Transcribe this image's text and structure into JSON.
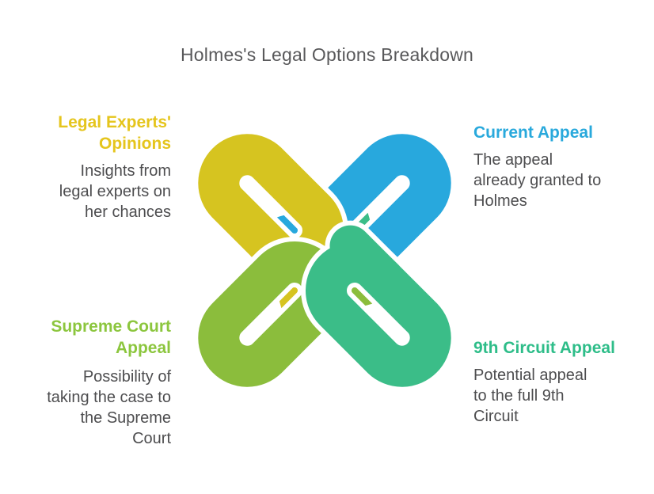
{
  "title": "Holmes's Legal Options Breakdown",
  "colors": {
    "title_text": "#59595b",
    "body_text": "#4d4d4f",
    "background": "#ffffff"
  },
  "blocks": {
    "top_left": {
      "heading_lines": [
        "Legal Experts'",
        "Opinions"
      ],
      "body_lines": [
        "Insights from",
        "legal experts on",
        "her chances"
      ],
      "color": "#e5c51d"
    },
    "top_right": {
      "heading_lines": [
        "Current Appeal"
      ],
      "body_lines": [
        "The appeal",
        "already granted to",
        "Holmes"
      ],
      "color": "#29a9dc"
    },
    "bottom_left": {
      "heading_lines": [
        "Supreme Court",
        "Appeal"
      ],
      "body_lines": [
        "Possibility of",
        "taking the case to",
        "the Supreme",
        "Court"
      ],
      "color": "#8cc63e"
    },
    "bottom_right": {
      "heading_lines": [
        "9th Circuit Appeal"
      ],
      "body_lines": [
        "Potential appeal",
        "to the full 9th",
        "Circuit"
      ],
      "color": "#2ebd89"
    }
  },
  "knot": {
    "description": "Four interlocking heart-knot loops, one per legal option",
    "colors": {
      "yellow": "#d6c420",
      "blue": "#28a8dd",
      "light_green": "#8bbd3c",
      "teal": "#3bbd88"
    }
  }
}
